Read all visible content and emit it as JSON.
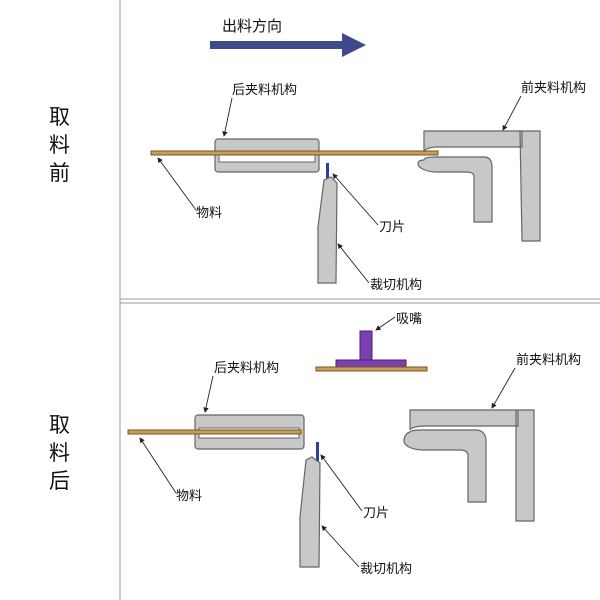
{
  "direction_label": "出料方向",
  "top": {
    "side_label": [
      "取",
      "料",
      "前"
    ],
    "rear_clamp": "后夹料机构",
    "front_clamp": "前夹料机构",
    "material": "物料",
    "blade": "刀片",
    "cutter": "裁切机构"
  },
  "bottom": {
    "side_label": [
      "取",
      "料",
      "后"
    ],
    "suction": "吸嘴",
    "rear_clamp": "后夹料机构",
    "front_clamp": "前夹料机构",
    "material": "物料",
    "blade": "刀片",
    "cutter": "裁切机构"
  },
  "colors": {
    "arrow": "#3e4a8c",
    "part_fill": "#c8c8c8",
    "material": "#c89c5a",
    "blade": "#2a3fa0",
    "suction": "#7a3fb0"
  }
}
